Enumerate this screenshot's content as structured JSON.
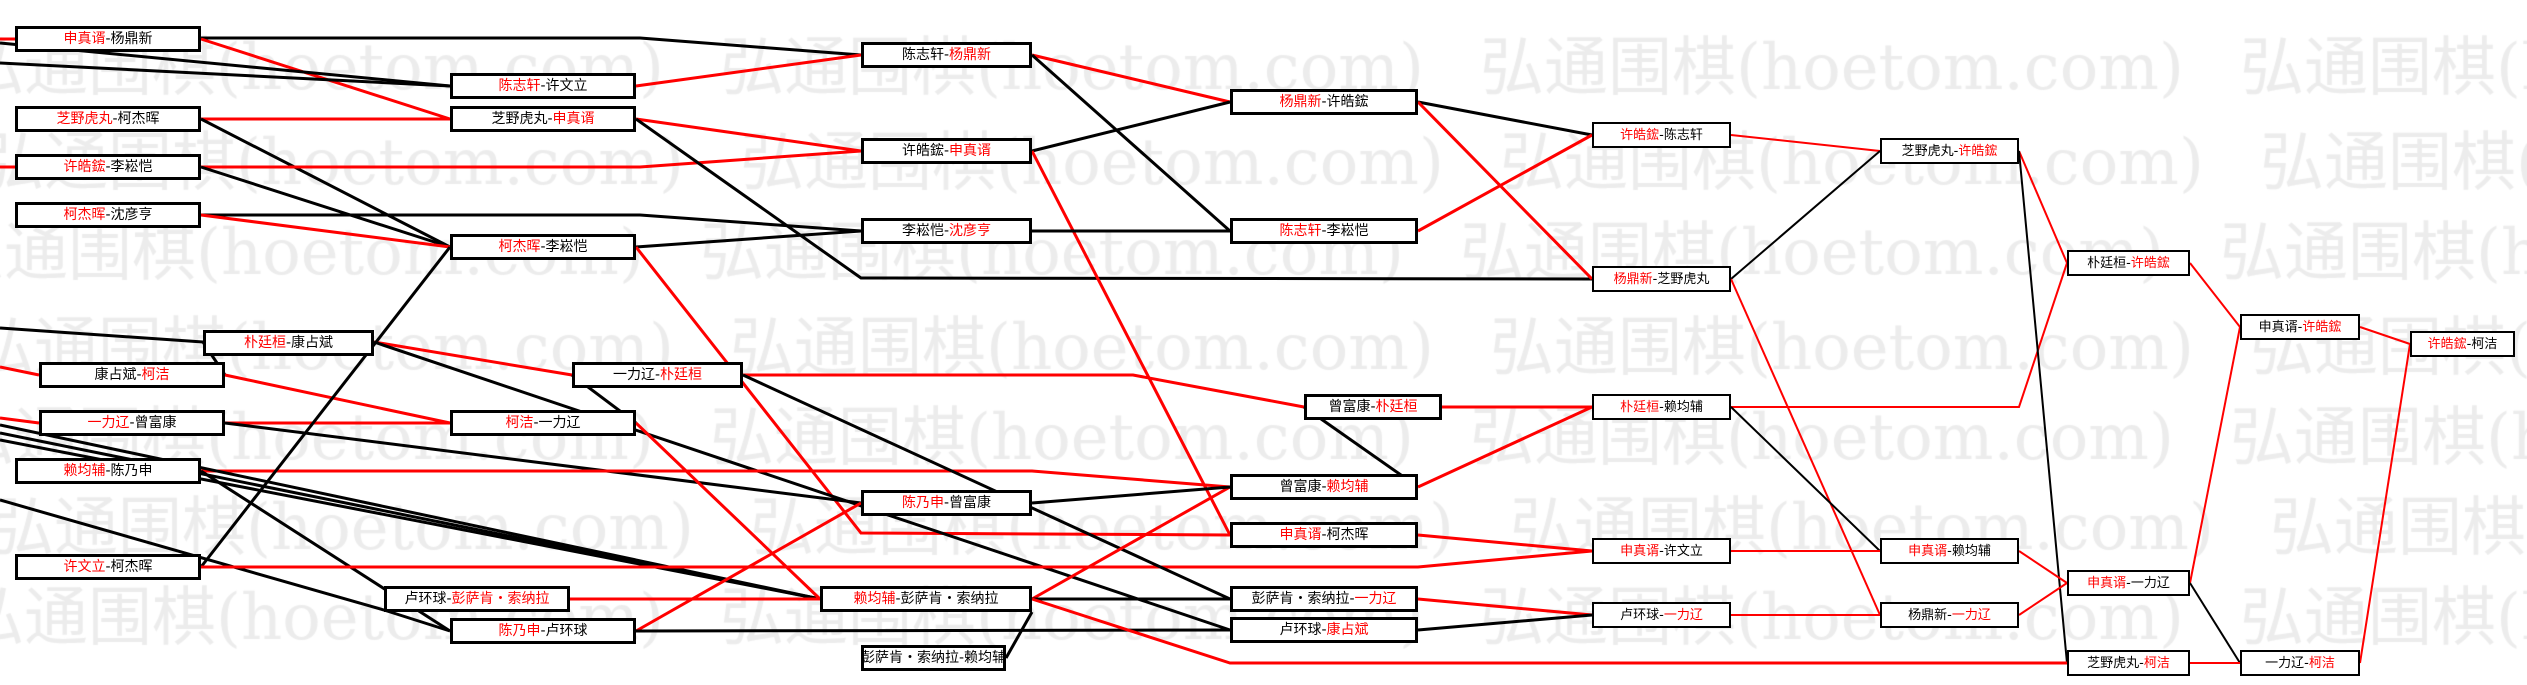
{
  "watermark": "弘通围棋(hoetom.com)",
  "separator": "-",
  "colors": {
    "winner": "#ff0000",
    "loser": "#000000",
    "win_line": "#ff0000",
    "lose_line": "#000000",
    "watermark": "#ececec"
  },
  "matches": [
    {
      "p1": "申真谞",
      "p2": "杨鼎新",
      "winner": 1
    },
    {
      "p1": "芝野虎丸",
      "p2": "柯杰晖",
      "winner": 1
    },
    {
      "p1": "许皓鋐",
      "p2": "李崧恺",
      "winner": 1
    },
    {
      "p1": "柯杰晖",
      "p2": "沈彦亨",
      "winner": 1
    },
    {
      "p1": "朴廷桓",
      "p2": "康占斌",
      "winner": 1
    },
    {
      "p1": "康占斌",
      "p2": "柯洁",
      "winner": 2
    },
    {
      "p1": "一力辽",
      "p2": "曾富康",
      "winner": 1
    },
    {
      "p1": "赖均辅",
      "p2": "陈乃申",
      "winner": 1
    },
    {
      "p1": "许文立",
      "p2": "柯杰晖",
      "winner": 1
    },
    {
      "p1": "卢环球",
      "p2": "彭萨肯・索纳拉",
      "winner": 2
    },
    {
      "p1": "陈乃申",
      "p2": "卢环球",
      "winner": 1
    },
    {
      "p1": "陈志轩",
      "p2": "许文立",
      "winner": 1
    },
    {
      "p1": "芝野虎丸",
      "p2": "申真谞",
      "winner": 2
    },
    {
      "p1": "柯杰晖",
      "p2": "李崧恺",
      "winner": 1
    },
    {
      "p1": "一力辽",
      "p2": "朴廷桓",
      "winner": 2
    },
    {
      "p1": "柯洁",
      "p2": "一力辽",
      "winner": 1
    },
    {
      "p1": "陈志轩",
      "p2": "杨鼎新",
      "winner": 2
    },
    {
      "p1": "许皓鋐",
      "p2": "申真谞",
      "winner": 2
    },
    {
      "p1": "李崧恺",
      "p2": "沈彦亨",
      "winner": 2
    },
    {
      "p1": "陈乃申",
      "p2": "曾富康",
      "winner": 1
    },
    {
      "p1": "赖均辅",
      "p2": "彭萨肯・索纳拉",
      "winner": 1
    },
    {
      "p1": "彭萨肯・索纳拉",
      "p2": "赖均辅",
      "winner": 0
    },
    {
      "p1": "杨鼎新",
      "p2": "许皓鋐",
      "winner": 1
    },
    {
      "p1": "陈志轩",
      "p2": "李崧恺",
      "winner": 1
    },
    {
      "p1": "曾富康",
      "p2": "朴廷桓",
      "winner": 2
    },
    {
      "p1": "曾富康",
      "p2": "赖均辅",
      "winner": 2
    },
    {
      "p1": "申真谞",
      "p2": "柯杰晖",
      "winner": 1
    },
    {
      "p1": "彭萨肯・索纳拉",
      "p2": "一力辽",
      "winner": 2
    },
    {
      "p1": "卢环球",
      "p2": "康占斌",
      "winner": 2
    },
    {
      "p1": "许皓鋐",
      "p2": "陈志轩",
      "winner": 1
    },
    {
      "p1": "杨鼎新",
      "p2": "芝野虎丸",
      "winner": 1
    },
    {
      "p1": "朴廷桓",
      "p2": "赖均辅",
      "winner": 1
    },
    {
      "p1": "申真谞",
      "p2": "许文立",
      "winner": 1
    },
    {
      "p1": "卢环球",
      "p2": "一力辽",
      "winner": 2
    },
    {
      "p1": "芝野虎丸",
      "p2": "许皓鋐",
      "winner": 2
    },
    {
      "p1": "申真谞",
      "p2": "赖均辅",
      "winner": 1
    },
    {
      "p1": "杨鼎新",
      "p2": "一力辽",
      "winner": 2
    },
    {
      "p1": "朴廷桓",
      "p2": "许皓鋐",
      "winner": 2
    },
    {
      "p1": "申真谞",
      "p2": "一力辽",
      "winner": 1
    },
    {
      "p1": "芝野虎丸",
      "p2": "柯洁",
      "winner": 2
    },
    {
      "p1": "申真谞",
      "p2": "许皓鋐",
      "winner": 2
    },
    {
      "p1": "一力辽",
      "p2": "柯洁",
      "winner": 2
    },
    {
      "p1": "许皓鋐",
      "p2": "柯洁",
      "winner": 1
    }
  ]
}
